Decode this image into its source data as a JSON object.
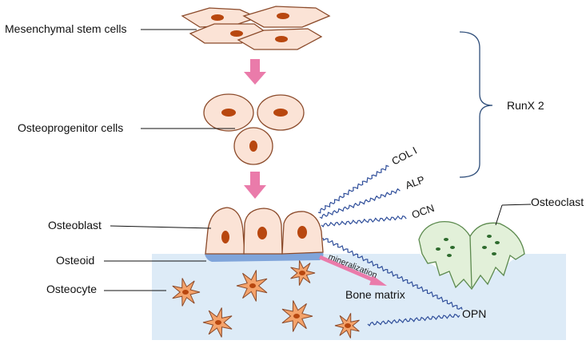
{
  "labels": {
    "msc": "Mesenchymal stem cells",
    "osteoprogenitor": "Osteoprogenitor cells",
    "osteoblast": "Osteoblast",
    "osteoid": "Osteoid",
    "osteocyte": "Osteocyte",
    "osteoclast": "Osteoclast",
    "runx2": "RunX 2",
    "col1": "COL I",
    "alp": "ALP",
    "ocn": "OCN",
    "opn": "OPN",
    "mineralization": "mineralization",
    "bone_matrix": "Bone matrix"
  },
  "colors": {
    "cell_fill": "#FBE3D6",
    "cell_stroke": "#8B4A2A",
    "nucleus": "#B8470F",
    "arrow": "#EA7BAA",
    "bone": "#DDEBF7",
    "osteoid": "#7FA4DA",
    "osteocyte": "#F4A36B",
    "osteoclast_fill": "#E2F0D9",
    "osteoclast_dot": "#2E6B2E",
    "wave": "#2F4E9A",
    "bracket": "#2F4E7A"
  }
}
